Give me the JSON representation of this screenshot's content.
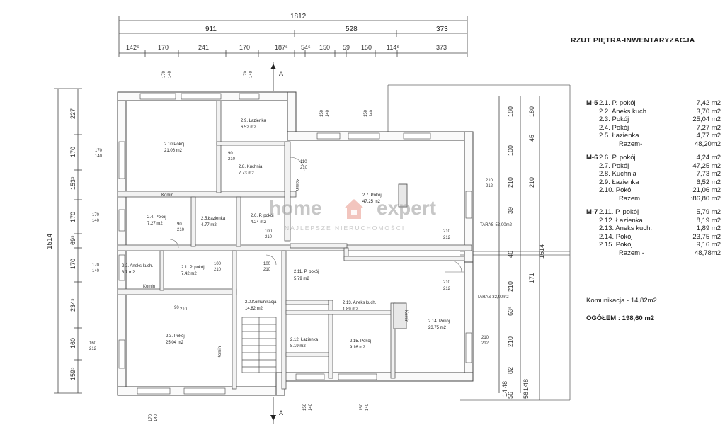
{
  "title": "RZUT PIĘTRA-INWENTARYZACJA",
  "dims_top_row1": [
    "1812"
  ],
  "dims_top_row2": [
    "911",
    "528",
    "373"
  ],
  "dims_top_row3": [
    "142⁵",
    "170",
    "241",
    "170",
    "187⁵",
    "54⁵",
    "150",
    "59",
    "150",
    "114⁵",
    "373"
  ],
  "dims_left": [
    "227",
    "170",
    "153⁵",
    "170",
    "69⁵",
    "170",
    "234⁵",
    "160",
    "159⁵"
  ],
  "dim_left_total": "1514",
  "dims_right_outer": [
    "180",
    "100",
    "210",
    "39",
    "46",
    "210",
    "63⁵",
    "210",
    "82"
  ],
  "dims_right_inner": [
    "180",
    "45",
    "210",
    "171",
    "1514"
  ],
  "dims_bottom_right": [
    "56",
    "14",
    "48",
    "56",
    "14",
    "48"
  ],
  "section_mark": "A",
  "rooms": [
    {
      "name": "2.10.Pokój",
      "area": "21.06 m2"
    },
    {
      "name": "2.9. Łazienka",
      "area": "6.52 m2"
    },
    {
      "name": "2.8. Kuchnia",
      "area": "7.73 m2"
    },
    {
      "name": "2.7. Pokój",
      "area": "47.25 m2"
    },
    {
      "name": "2.4. Pokój",
      "area": "7.27 m2"
    },
    {
      "name": "2.5.Łazienka",
      "area": "4.77 m2"
    },
    {
      "name": "2.6. P. pokój",
      "area": "4.24 m2"
    },
    {
      "name": "2.2. Aneks kuch.",
      "area": "3.7 m2"
    },
    {
      "name": "2.1. P. pokój",
      "area": "7.42 m2"
    },
    {
      "name": "2.11. P. pokój",
      "area": "5.79 m2"
    },
    {
      "name": "2.0.Komunikacja",
      "area": "14.82 m2"
    },
    {
      "name": "2.13. Aneks kuch.",
      "area": "1.89 m2"
    },
    {
      "name": "2.14. Pokój",
      "area": "23.75 m2"
    },
    {
      "name": "2.3. Pokój",
      "area": "25.04 m2"
    },
    {
      "name": "2.12. Łazienka",
      "area": "8.19 m2"
    },
    {
      "name": "2.15. Pokój",
      "area": "9.16 m2"
    }
  ],
  "labels": {
    "komin": "Komin",
    "taras1": "TARAS-53,00m2",
    "taras2": "TARAS 32,00m2",
    "door_h": "210",
    "door_w90": "90",
    "door_w100": "100",
    "door_w110": "110",
    "win_170": "170",
    "win_140": "140",
    "win_150": "150",
    "win_160": "160",
    "win_212": "212"
  },
  "watermark": {
    "left": "home",
    "right": "expert",
    "tagline": "NAJLEPSZE NIERUCHOMOŚCI"
  },
  "legend": [
    {
      "code": "M-5",
      "items": [
        {
          "name": "2.1. P. pokój",
          "value": "7,42 m2"
        },
        {
          "name": "2.2. Aneks kuch.",
          "value": "3,70 m2"
        },
        {
          "name": "2.3. Pokój",
          "value": "25,04 m2"
        },
        {
          "name": "2.4. Pokój",
          "value": "7,27 m2"
        },
        {
          "name": "2.5. Łazienka",
          "value": "4,77 m2"
        }
      ],
      "total_label": "Razem-",
      "total_value": "48,20m2"
    },
    {
      "code": "M-6",
      "items": [
        {
          "name": "2.6. P. pokój",
          "value": "4,24 m2"
        },
        {
          "name": "2.7. Pokój",
          "value": "47,25 m2"
        },
        {
          "name": "2.8. Kuchnia",
          "value": "7,73 m2"
        },
        {
          "name": "2.9. Łazienka",
          "value": "6,52 m2"
        },
        {
          "name": "2.10. Pokój",
          "value": "21,06 m2"
        }
      ],
      "total_label": "Razem",
      "total_value": ":86,80 m2"
    },
    {
      "code": "M-7",
      "items": [
        {
          "name": "2.11. P. pokój",
          "value": "5,79 m2"
        },
        {
          "name": "2.12. Łazienka",
          "value": "8,19 m2"
        },
        {
          "name": "2.13. Aneks kuch.",
          "value": "1,89 m2"
        },
        {
          "name": "2.14. Pokój",
          "value": "23,75 m2"
        },
        {
          "name": "2.15. Pokój",
          "value": "9,16 m2"
        }
      ],
      "total_label": "Razem -",
      "total_value": "48,78m2"
    }
  ],
  "komunikacja": "Komunikacja  - 14,82m2",
  "ogolem": "OGÓŁEM : 198,60 m2"
}
